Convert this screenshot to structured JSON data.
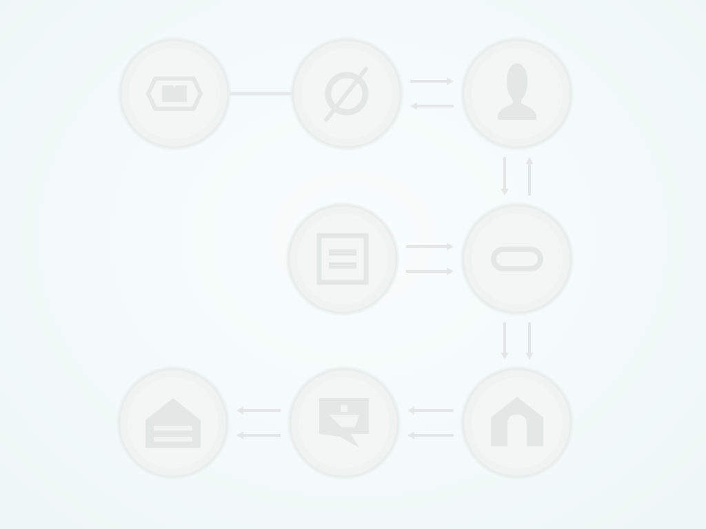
{
  "colors": {
    "background": "#f4fbfa",
    "node_fill": "#eff3f2",
    "node_ring": "#e8eeec",
    "node_inner": "#f3f6f5",
    "icon": "#e3e8e6",
    "connector": "#e6ebea",
    "arrow": "#e3e8e6"
  },
  "nodes": [
    {
      "id": "n1",
      "icon": "cpu-chip-icon"
    },
    {
      "id": "n2",
      "icon": "prohibited-icon"
    },
    {
      "id": "n3",
      "icon": "user-icon"
    },
    {
      "id": "n4",
      "icon": "document-list-icon"
    },
    {
      "id": "n5",
      "icon": "toggle-pill-icon"
    },
    {
      "id": "n6",
      "icon": "home-alt-icon"
    },
    {
      "id": "n7",
      "icon": "chat-bubble-icon"
    },
    {
      "id": "n8",
      "icon": "house-icon"
    }
  ],
  "connections": [
    {
      "from": "n1",
      "to": "n2",
      "style": "line"
    },
    {
      "from": "n2",
      "to": "n3",
      "style": "bidirectional"
    },
    {
      "from": "n3",
      "to": "n5",
      "style": "bidirectional"
    },
    {
      "from": "n4",
      "to": "n5",
      "style": "forward"
    },
    {
      "from": "n5",
      "to": "n8",
      "style": "forward"
    },
    {
      "from": "n8",
      "to": "n7",
      "style": "forward"
    },
    {
      "from": "n7",
      "to": "n6",
      "style": "forward"
    }
  ]
}
